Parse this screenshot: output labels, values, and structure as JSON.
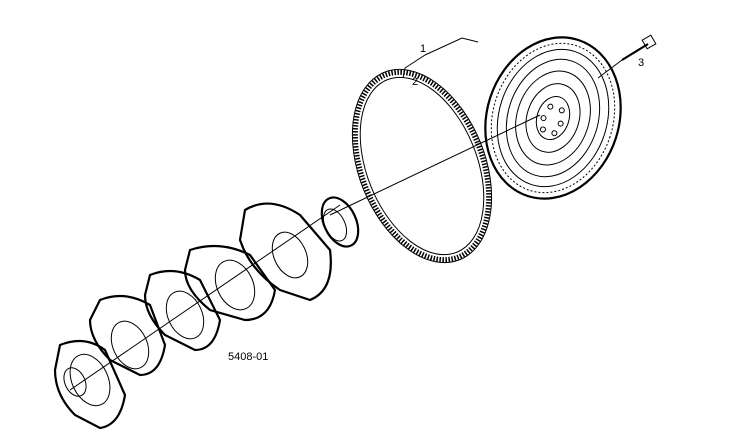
{
  "diagram": {
    "callouts": [
      {
        "id": "1",
        "label": "1"
      },
      {
        "id": "2",
        "label": "2"
      },
      {
        "id": "3",
        "label": "3"
      }
    ],
    "figure_number": "5408-01"
  }
}
